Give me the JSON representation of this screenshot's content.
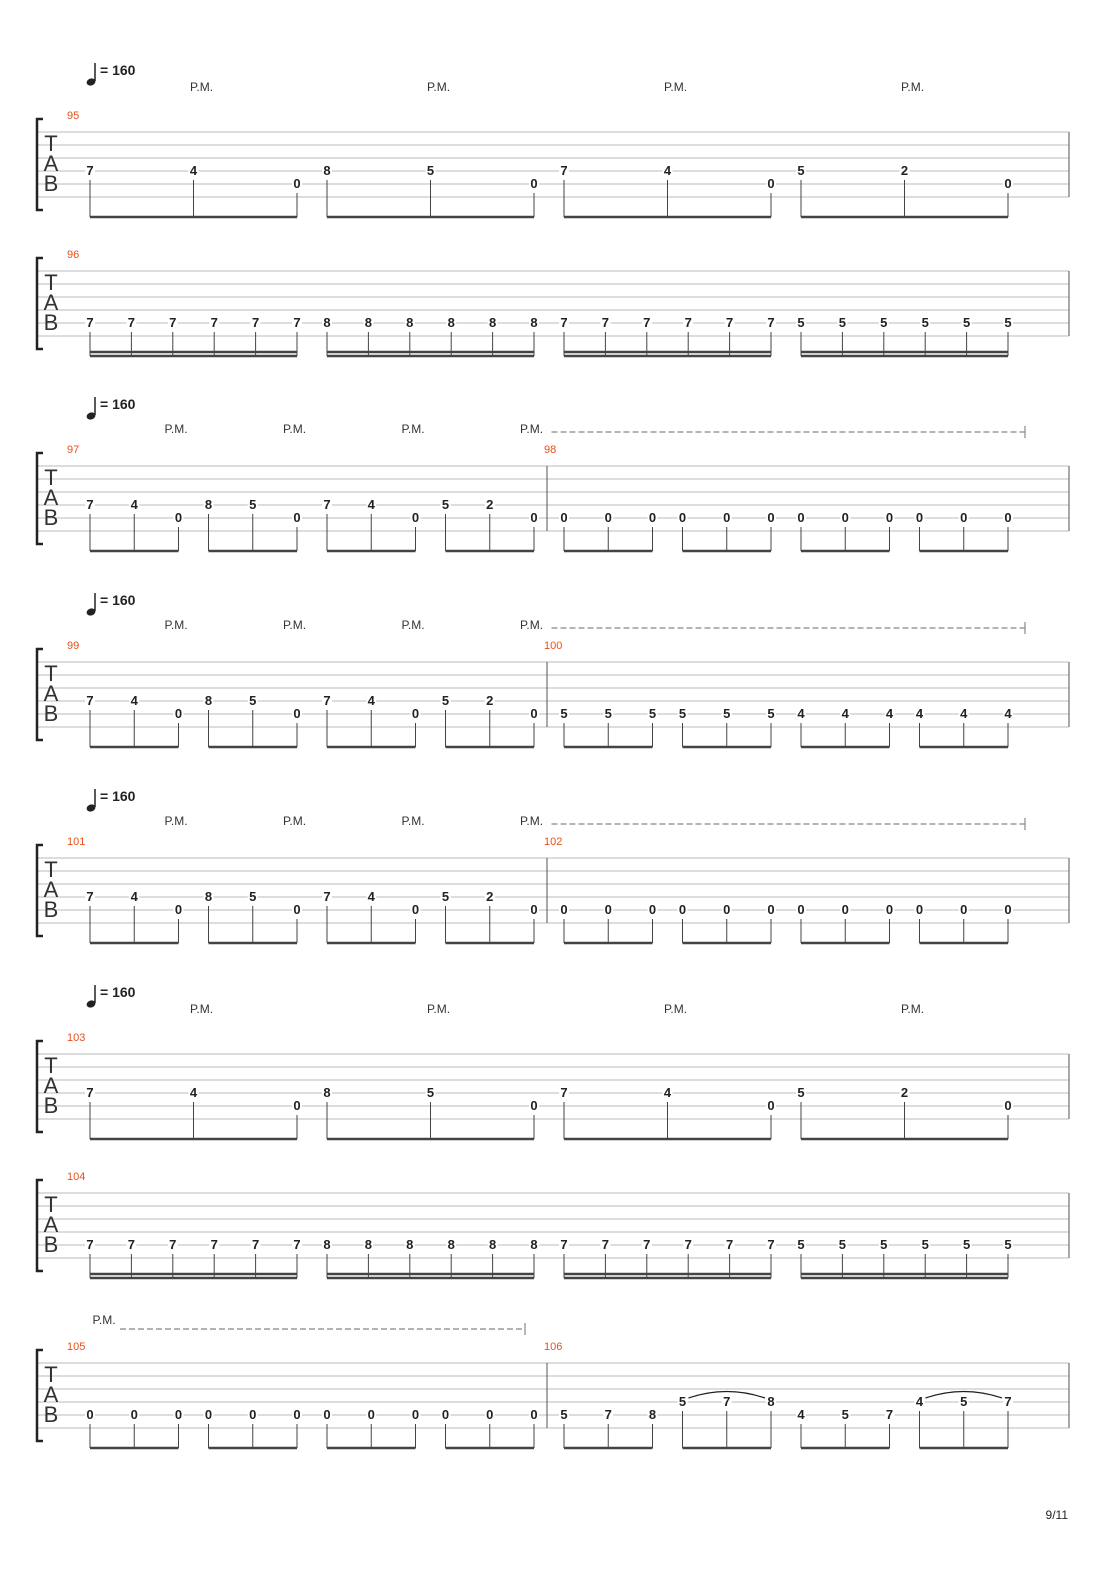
{
  "tempo_marking": "= 160",
  "palm_mute": "P.M.",
  "tab_clef": [
    "T",
    "A",
    "B"
  ],
  "page_number": "9/11",
  "colors": {
    "measure_number": "#e8501a",
    "staff_line": "#bbbbbb",
    "ink": "#222222",
    "pm_line": "#888888"
  },
  "systems": [
    {
      "tempo": "= 160",
      "pm": [
        {
          "type": "single",
          "count": 4
        }
      ],
      "measures": [
        {
          "number": "95",
          "beam": 1,
          "groups": [
            [
              [
                "7",
                3
              ],
              [
                "4",
                3
              ],
              [
                "0",
                4
              ]
            ],
            [
              [
                "8",
                3
              ],
              [
                "5",
                3
              ],
              [
                "0",
                4
              ]
            ],
            [
              [
                "7",
                3
              ],
              [
                "4",
                3
              ],
              [
                "0",
                4
              ]
            ],
            [
              [
                "5",
                3
              ],
              [
                "2",
                3
              ],
              [
                "0",
                4
              ]
            ]
          ]
        }
      ]
    },
    {
      "tempo": "",
      "pm": [],
      "measures": [
        {
          "number": "96",
          "beam": 2,
          "groups": [
            [
              [
                "7",
                4
              ],
              [
                "7",
                4
              ],
              [
                "7",
                4
              ],
              [
                "7",
                4
              ],
              [
                "7",
                4
              ],
              [
                "7",
                4
              ]
            ],
            [
              [
                "8",
                4
              ],
              [
                "8",
                4
              ],
              [
                "8",
                4
              ],
              [
                "8",
                4
              ],
              [
                "8",
                4
              ],
              [
                "8",
                4
              ]
            ],
            [
              [
                "7",
                4
              ],
              [
                "7",
                4
              ],
              [
                "7",
                4
              ],
              [
                "7",
                4
              ],
              [
                "7",
                4
              ],
              [
                "7",
                4
              ]
            ],
            [
              [
                "5",
                4
              ],
              [
                "5",
                4
              ],
              [
                "5",
                4
              ],
              [
                "5",
                4
              ],
              [
                "5",
                4
              ],
              [
                "5",
                4
              ]
            ]
          ]
        }
      ]
    },
    {
      "tempo": "= 160",
      "pm": [
        {
          "type": "groups",
          "count": 3
        },
        {
          "type": "dashed"
        }
      ],
      "measures": [
        {
          "number": "97",
          "beam": 1,
          "groups": [
            [
              [
                "7",
                3
              ],
              [
                "4",
                3
              ],
              [
                "0",
                4
              ]
            ],
            [
              [
                "8",
                3
              ],
              [
                "5",
                3
              ],
              [
                "0",
                4
              ]
            ],
            [
              [
                "7",
                3
              ],
              [
                "4",
                3
              ],
              [
                "0",
                4
              ]
            ],
            [
              [
                "5",
                3
              ],
              [
                "2",
                3
              ],
              [
                "0",
                4
              ]
            ]
          ]
        },
        {
          "number": "98",
          "beam": 1,
          "groups": [
            [
              [
                "0",
                4
              ],
              [
                "0",
                4
              ],
              [
                "0",
                4
              ]
            ],
            [
              [
                "0",
                4
              ],
              [
                "0",
                4
              ],
              [
                "0",
                4
              ]
            ],
            [
              [
                "0",
                4
              ],
              [
                "0",
                4
              ],
              [
                "0",
                4
              ]
            ],
            [
              [
                "0",
                4
              ],
              [
                "0",
                4
              ],
              [
                "0",
                4
              ]
            ]
          ]
        }
      ]
    },
    {
      "tempo": "= 160",
      "pm": [
        {
          "type": "groups",
          "count": 3
        },
        {
          "type": "dashed"
        }
      ],
      "measures": [
        {
          "number": "99",
          "beam": 1,
          "groups": [
            [
              [
                "7",
                3
              ],
              [
                "4",
                3
              ],
              [
                "0",
                4
              ]
            ],
            [
              [
                "8",
                3
              ],
              [
                "5",
                3
              ],
              [
                "0",
                4
              ]
            ],
            [
              [
                "7",
                3
              ],
              [
                "4",
                3
              ],
              [
                "0",
                4
              ]
            ],
            [
              [
                "5",
                3
              ],
              [
                "2",
                3
              ],
              [
                "0",
                4
              ]
            ]
          ]
        },
        {
          "number": "100",
          "beam": 1,
          "groups": [
            [
              [
                "5",
                4
              ],
              [
                "5",
                4
              ],
              [
                "5",
                4
              ]
            ],
            [
              [
                "5",
                4
              ],
              [
                "5",
                4
              ],
              [
                "5",
                4
              ]
            ],
            [
              [
                "4",
                4
              ],
              [
                "4",
                4
              ],
              [
                "4",
                4
              ]
            ],
            [
              [
                "4",
                4
              ],
              [
                "4",
                4
              ],
              [
                "4",
                4
              ]
            ]
          ]
        }
      ]
    },
    {
      "tempo": "= 160",
      "pm": [
        {
          "type": "groups",
          "count": 3
        },
        {
          "type": "dashed"
        }
      ],
      "measures": [
        {
          "number": "101",
          "beam": 1,
          "groups": [
            [
              [
                "7",
                3
              ],
              [
                "4",
                3
              ],
              [
                "0",
                4
              ]
            ],
            [
              [
                "8",
                3
              ],
              [
                "5",
                3
              ],
              [
                "0",
                4
              ]
            ],
            [
              [
                "7",
                3
              ],
              [
                "4",
                3
              ],
              [
                "0",
                4
              ]
            ],
            [
              [
                "5",
                3
              ],
              [
                "2",
                3
              ],
              [
                "0",
                4
              ]
            ]
          ]
        },
        {
          "number": "102",
          "beam": 1,
          "groups": [
            [
              [
                "0",
                4
              ],
              [
                "0",
                4
              ],
              [
                "0",
                4
              ]
            ],
            [
              [
                "0",
                4
              ],
              [
                "0",
                4
              ],
              [
                "0",
                4
              ]
            ],
            [
              [
                "0",
                4
              ],
              [
                "0",
                4
              ],
              [
                "0",
                4
              ]
            ],
            [
              [
                "0",
                4
              ],
              [
                "0",
                4
              ],
              [
                "0",
                4
              ]
            ]
          ]
        }
      ]
    },
    {
      "tempo": "= 160",
      "pm": [
        {
          "type": "single",
          "count": 4
        }
      ],
      "measures": [
        {
          "number": "103",
          "beam": 1,
          "groups": [
            [
              [
                "7",
                3
              ],
              [
                "4",
                3
              ],
              [
                "0",
                4
              ]
            ],
            [
              [
                "8",
                3
              ],
              [
                "5",
                3
              ],
              [
                "0",
                4
              ]
            ],
            [
              [
                "7",
                3
              ],
              [
                "4",
                3
              ],
              [
                "0",
                4
              ]
            ],
            [
              [
                "5",
                3
              ],
              [
                "2",
                3
              ],
              [
                "0",
                4
              ]
            ]
          ]
        }
      ]
    },
    {
      "tempo": "",
      "pm": [],
      "measures": [
        {
          "number": "104",
          "beam": 2,
          "groups": [
            [
              [
                "7",
                4
              ],
              [
                "7",
                4
              ],
              [
                "7",
                4
              ],
              [
                "7",
                4
              ],
              [
                "7",
                4
              ],
              [
                "7",
                4
              ]
            ],
            [
              [
                "8",
                4
              ],
              [
                "8",
                4
              ],
              [
                "8",
                4
              ],
              [
                "8",
                4
              ],
              [
                "8",
                4
              ],
              [
                "8",
                4
              ]
            ],
            [
              [
                "7",
                4
              ],
              [
                "7",
                4
              ],
              [
                "7",
                4
              ],
              [
                "7",
                4
              ],
              [
                "7",
                4
              ],
              [
                "7",
                4
              ]
            ],
            [
              [
                "5",
                4
              ],
              [
                "5",
                4
              ],
              [
                "5",
                4
              ],
              [
                "5",
                4
              ],
              [
                "5",
                4
              ],
              [
                "5",
                4
              ]
            ]
          ]
        }
      ]
    },
    {
      "tempo": "",
      "pm": [
        {
          "type": "dashed_lead"
        }
      ],
      "measures": [
        {
          "number": "105",
          "beam": 1,
          "groups": [
            [
              [
                "0",
                4
              ],
              [
                "0",
                4
              ],
              [
                "0",
                4
              ]
            ],
            [
              [
                "0",
                4
              ],
              [
                "0",
                4
              ],
              [
                "0",
                4
              ]
            ],
            [
              [
                "0",
                4
              ],
              [
                "0",
                4
              ],
              [
                "0",
                4
              ]
            ],
            [
              [
                "0",
                4
              ],
              [
                "0",
                4
              ],
              [
                "0",
                4
              ]
            ]
          ]
        },
        {
          "number": "106",
          "beam": 1,
          "slurs": [
            [
              1,
              0,
              1,
              2
            ],
            [
              3,
              0,
              3,
              2
            ]
          ],
          "groups": [
            [
              [
                "5",
                4
              ],
              [
                "7",
                4
              ],
              [
                "8",
                4
              ]
            ],
            [
              [
                "5",
                3
              ],
              [
                "7",
                3
              ],
              [
                "8",
                3
              ]
            ],
            [
              [
                "4",
                4
              ],
              [
                "5",
                4
              ],
              [
                "7",
                4
              ]
            ],
            [
              [
                "4",
                3
              ],
              [
                "5",
                3
              ],
              [
                "7",
                3
              ]
            ]
          ]
        }
      ]
    }
  ]
}
